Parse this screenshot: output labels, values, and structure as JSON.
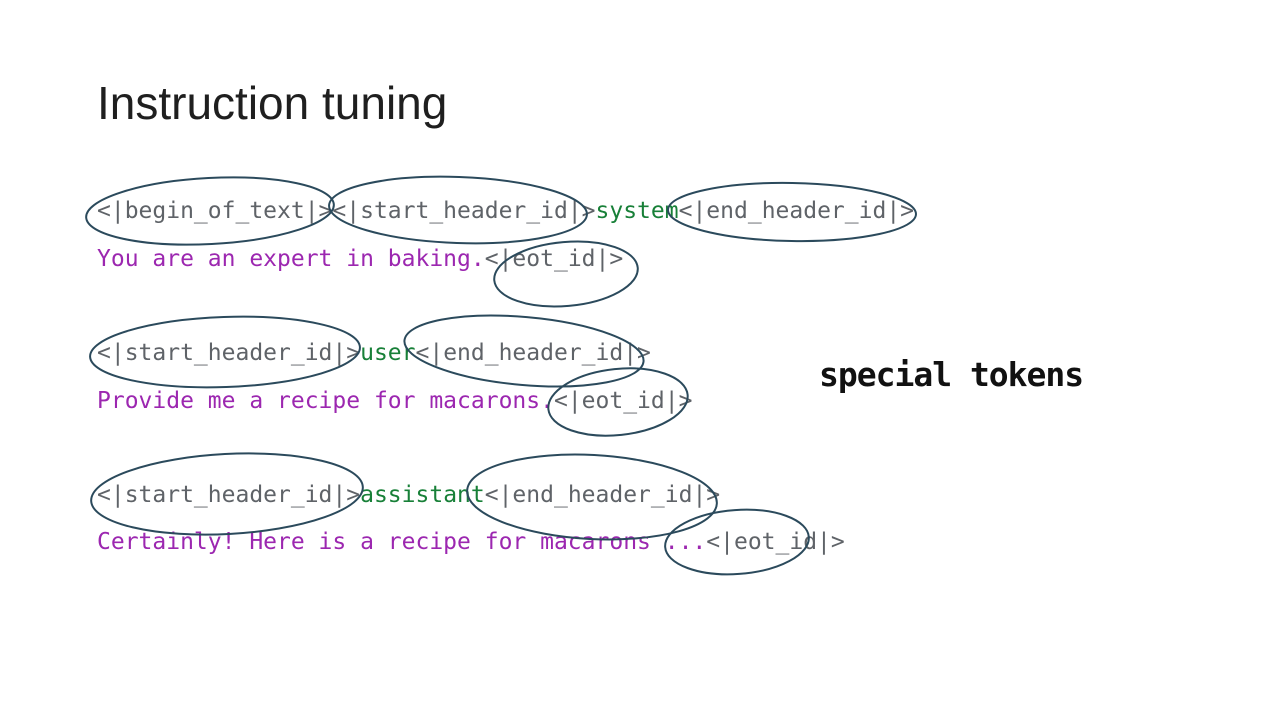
{
  "title": "Instruction tuning",
  "side_label": "special tokens",
  "colors": {
    "special": "#5f6368",
    "role": "#188038",
    "message": "#9c27b0",
    "annotation": "#2b4a5c",
    "title": "#1f1f1f",
    "side_label": "#111111"
  },
  "token_lines": [
    {
      "segments": [
        {
          "text": "<|begin_of_text|>",
          "type": "special"
        },
        {
          "text": "<|start_header_id|>",
          "type": "special"
        },
        {
          "text": "system",
          "type": "role"
        },
        {
          "text": "<|end_header_id|>",
          "type": "special"
        }
      ]
    },
    {
      "segments": [
        {
          "text": "You are an expert in baking.",
          "type": "message"
        },
        {
          "text": "<|eot_id|>",
          "type": "special"
        }
      ]
    },
    {
      "segments": [
        {
          "text": "<|start_header_id|>",
          "type": "special"
        },
        {
          "text": "user",
          "type": "role"
        },
        {
          "text": "<|end_header_id|>",
          "type": "special"
        }
      ]
    },
    {
      "segments": [
        {
          "text": "Provide me a recipe for macarons.",
          "type": "message"
        },
        {
          "text": "<|eot_id|>",
          "type": "special"
        }
      ]
    },
    {
      "segments": [
        {
          "text": "<|start_header_id|>",
          "type": "special"
        },
        {
          "text": "assistant",
          "type": "role"
        },
        {
          "text": "<|end_header_id|>",
          "type": "special"
        }
      ]
    },
    {
      "segments": [
        {
          "text": "Certainly! Here is a recipe for macarons ...",
          "type": "message"
        },
        {
          "text": "<|eot_id|>",
          "type": "special"
        }
      ]
    }
  ]
}
